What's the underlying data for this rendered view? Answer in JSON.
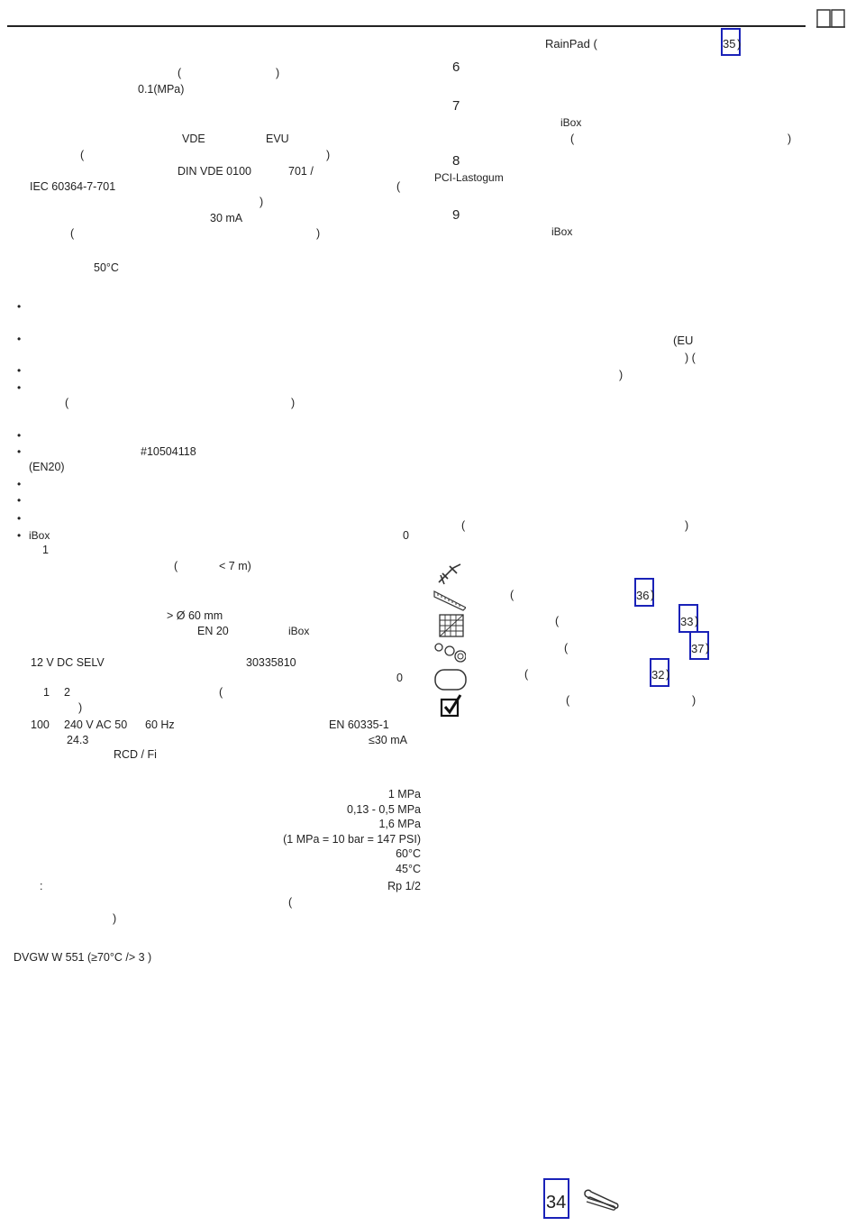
{
  "left_col": {
    "l1a": "(",
    "l1b": ")",
    "l2": "0.1(MPa)",
    "l3a": "VDE",
    "l3b": "EVU",
    "l4a": "(",
    "l4b": ")",
    "l5a": "DIN VDE 0100",
    "l5b": "701 /",
    "l6a": "IEC 60364-7-701",
    "l6b": "(",
    "l7": ")",
    "l8": "30 mA",
    "l9a": "(",
    "l9b": ")",
    "l10": "50°C",
    "b4a": "(",
    "b4b": ")",
    "b6": "#10504118",
    "b6b": "(EN20)",
    "ibox": "iBox",
    "ibox_0": "0",
    "ibox_1": "1",
    "m1a": "(",
    "m1b": "< 7 m)",
    "m2": "> Ø 60 mm",
    "m3a": "EN 20",
    "m3b": "iBox",
    "m4a": "12 V DC SELV",
    "m4b": "30335810",
    "m5": "0",
    "m6a": "1",
    "m6b": "2",
    "m6c": "(",
    "m7": ")",
    "m8a": "100",
    "m8b": "240 V AC 50",
    "m8c": "60 Hz",
    "m8d": "EN 60335-1",
    "m9a": "24.3",
    "m9b": "≤30 mA",
    "m10": "RCD / Fi"
  },
  "specs": {
    "s1": "1 MPa",
    "s2": "0,13 - 0,5 MPa",
    "s3": "1,6 MPa",
    "s4": "(1 MPa = 10 bar = 147 PSI)",
    "s5": "60°C",
    "s6": "45°C",
    "s7a": ":",
    "s7b": "Rp 1/2",
    "s8a": "(",
    "s9a": ")",
    "s10": "DVGW W 551 (≥70°C /> 3    )"
  },
  "right_col": {
    "r1a": "RainPad (",
    "r1ref": "35",
    "r1b": ")",
    "step6": "6",
    "step7": "7",
    "r2": "iBox",
    "r3a": "(",
    "r3b": ")",
    "step8": "8",
    "r4": "PCI-Lastogum",
    "step9": "9",
    "r5": "iBox",
    "r6a": "(EU",
    "r6b": ") (",
    "r6c": ")",
    "r7a": "(",
    "r7b": ")",
    "tool1a": "(",
    "tool1ref": "36",
    "tool1b": ")",
    "tool2a": "(",
    "tool2ref": "33",
    "tool2b": ")",
    "tool3a": "(",
    "tool3ref": "37",
    "tool3b": ")",
    "tool4a": "(",
    "tool4ref": "32",
    "tool4b": ")",
    "tool5a": "(",
    "tool5b": ")"
  },
  "footer": {
    "page_number": "34"
  },
  "icons": {
    "book": "book-icon",
    "caulk": "caulking-gun-icon",
    "ruler": "ruler-icon",
    "mesh": "sealing-mesh-icon",
    "fittings": "fittings-icon",
    "tub": "sealant-tub-icon",
    "check": "checkbox-check-icon",
    "tools": "wrench-tools-icon"
  },
  "colors": {
    "highlight_box": "#1a22b8"
  }
}
